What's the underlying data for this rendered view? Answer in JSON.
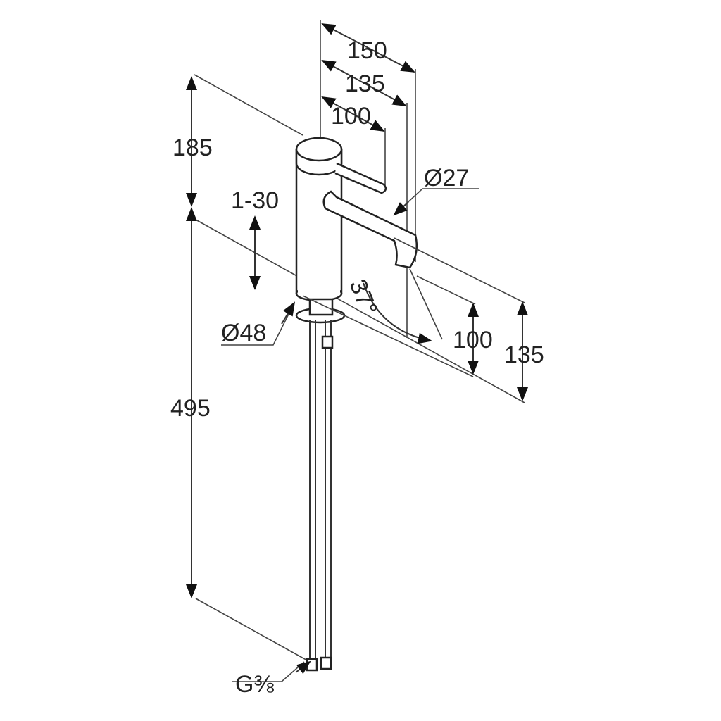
{
  "title": "Single-lever basin mixer dimension drawing",
  "dimensions": {
    "top_width_overall": "150",
    "top_width_mid": "135",
    "top_width_lever": "100",
    "height_top": "185",
    "adjust_range": "1-30",
    "spout_diameter": "Ø27",
    "spout_angle": "37°",
    "base_diameter": "Ø48",
    "spout_height_inner": "100",
    "spout_height_outer": "135",
    "shank_length": "495",
    "connection_thread": "G⅜"
  }
}
